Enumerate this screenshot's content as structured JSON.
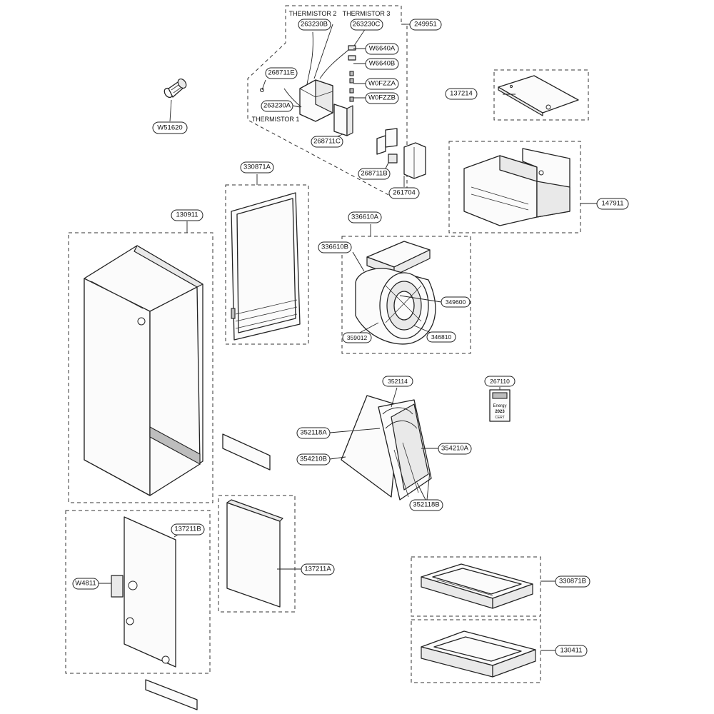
{
  "parts": {
    "p249951": "249951",
    "p263230B": "263230B",
    "p263230C": "263230C",
    "p263230A": "263230A",
    "p268711E": "268711E",
    "p268711C": "268711C",
    "p268711B": "268711B",
    "p261704": "261704",
    "pW6640A": "W6640A",
    "pW6640B": "W6640B",
    "pW0FZZA": "W0FZZA",
    "pW0FZZB": "W0FZZB",
    "pW51620": "W51620",
    "p137214": "137214",
    "p147911": "147911",
    "p330871A": "330871A",
    "p130911": "130911",
    "p336610A": "336610A",
    "p336610B": "336610B",
    "p349600": "349600",
    "p359012": "359012",
    "p346810": "346810",
    "p267110": "267110",
    "p352114": "352114",
    "p352118A": "352118A",
    "p354210B": "354210B",
    "p354210A": "354210A",
    "p352118B": "352118B",
    "p137211B": "137211B",
    "pW4811": "W4811",
    "p137211A": "137211A",
    "p330871B": "330871B",
    "p130411": "130411"
  },
  "captions": {
    "thermistor1": "THERMISTOR 1",
    "thermistor2": "THERMISTOR 2",
    "thermistor3": "THERMISTOR 3"
  },
  "label_text": {
    "line1": "Energy",
    "line2": "2023",
    "line3": "CERT"
  },
  "icons": {
    "plug": "connector-plug-icon"
  }
}
